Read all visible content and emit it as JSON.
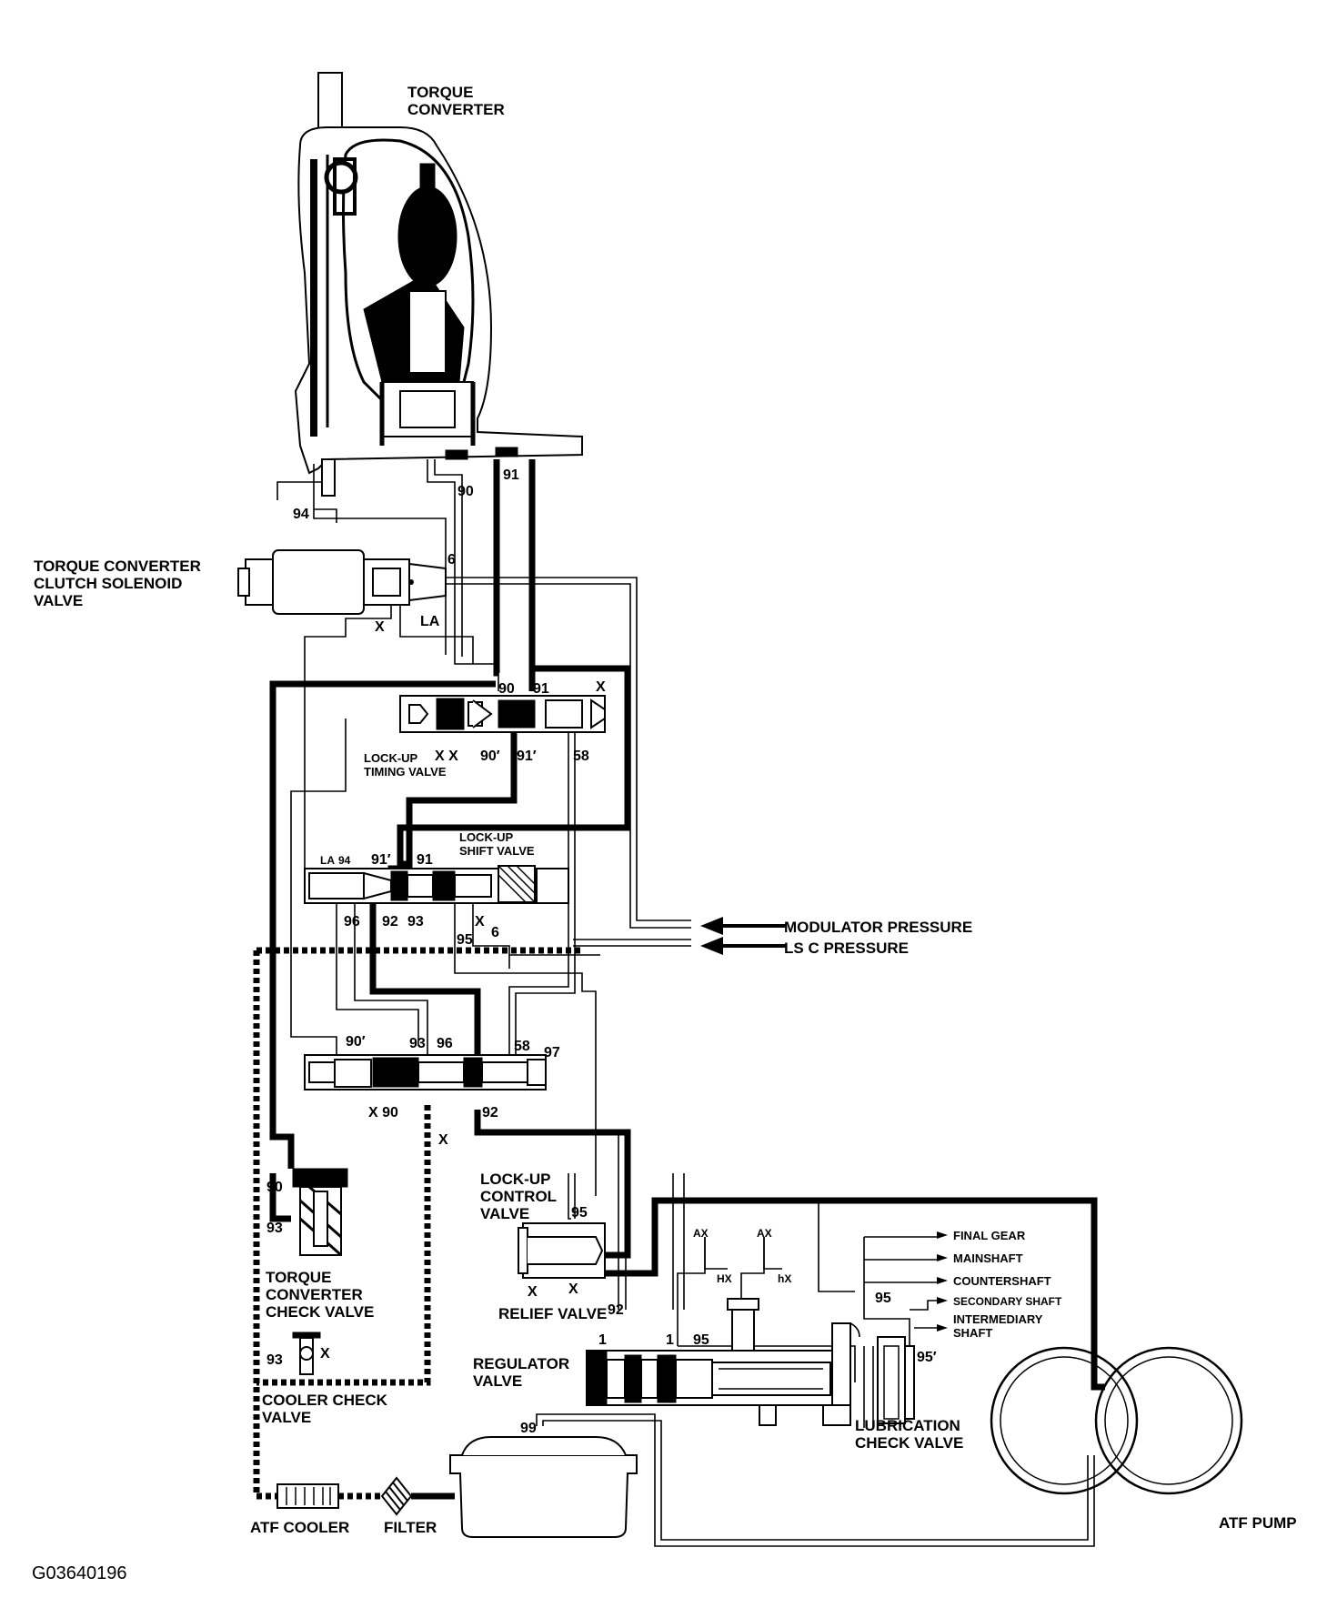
{
  "labels": {
    "torque_converter_l1": "TORQUE",
    "torque_converter_l2": "CONVERTER",
    "tcc_solenoid_l1": "TORQUE CONVERTER",
    "tcc_solenoid_l2": "CLUTCH SOLENOID",
    "tcc_solenoid_l3": "VALVE",
    "lockup_timing_l1": "LOCK-UP",
    "lockup_timing_l2": "TIMING VALVE",
    "lockup_shift_l1": "LOCK-UP",
    "lockup_shift_l2": "SHIFT VALVE",
    "modulator_pressure": "MODULATOR PRESSURE",
    "lsc_pressure": "LS C PRESSURE",
    "lockup_control_l1": "LOCK-UP",
    "lockup_control_l2": "CONTROL",
    "lockup_control_l3": "VALVE",
    "relief_valve": "RELIEF VALVE",
    "tc_check_l1": "TORQUE",
    "tc_check_l2": "CONVERTER",
    "tc_check_l3": "CHECK VALVE",
    "cooler_check_l1": "COOLER CHECK",
    "cooler_check_l2": "VALVE",
    "regulator_l1": "REGULATOR",
    "regulator_l2": "VALVE",
    "lubrication_l1": "LUBRICATION",
    "lubrication_l2": "CHECK VALVE",
    "final_gear": "FINAL GEAR",
    "mainshaft": "MAINSHAFT",
    "countershaft": "COUNTERSHAFT",
    "secondary_shaft": "SECONDARY SHAFT",
    "intermediary_l1": "INTERMEDIARY",
    "intermediary_l2": "SHAFT",
    "atf_cooler": "ATF COOLER",
    "filter": "FILTER",
    "atf_pump": "ATF PUMP",
    "figure_id": "G03640196"
  },
  "ports": {
    "p90_top": "90",
    "p91_top": "91",
    "p94": "94",
    "p6_sol": "6",
    "x_sol": "X",
    "la_sol": "LA",
    "p90_timing": "90",
    "p91_timing": "91",
    "x_timing": "X",
    "xx_timing": "X X",
    "p90p_timing": "90′",
    "p91p_timing": "91′",
    "p58_timing": "58",
    "la_shift": "LA",
    "p94_shift": "94",
    "p91p_shift": "91′",
    "p91_shift": "91",
    "p96_shift": "96",
    "p92_shift": "92",
    "p93_shift": "93",
    "x_shift": "X",
    "p95_shift": "95",
    "p6_shift": "6",
    "p90p_ctrl": "90′",
    "p93_ctrl": "93",
    "p96_ctrl": "96",
    "p58_ctrl": "58",
    "p97_ctrl": "97",
    "x90_ctrl": "X 90",
    "p92_ctrl": "92",
    "x_ctrl": "X",
    "p95_relief": "95",
    "x_relief1": "X",
    "x_relief2": "X",
    "p90_check": "90",
    "p93_check": "93",
    "p93_cooler": "93",
    "x_cooler": "X",
    "p92_reg": "92",
    "p1_reg_a": "1",
    "p1_reg_b": "1",
    "p95_reg": "95",
    "p95_lube": "95",
    "p95p_lube": "95′",
    "p99": "99",
    "ax1": "AX",
    "hx1": "HX",
    "ax2": "AX",
    "hx2": "hX"
  }
}
